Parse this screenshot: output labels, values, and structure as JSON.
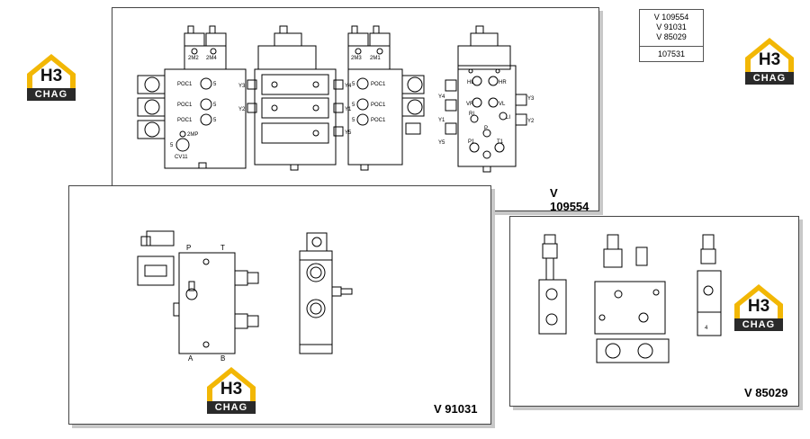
{
  "sheets": {
    "s1": {
      "label": "V 109554"
    },
    "s2": {
      "label": "V 91031"
    },
    "s3": {
      "label": "V 85029"
    }
  },
  "reference": {
    "codes": [
      "V 109554",
      "V 91031",
      "V 85029"
    ],
    "number": "107531"
  },
  "logo": {
    "letter1": "H",
    "letter2": "3",
    "brand": "CHAG",
    "accent": "#f2b705",
    "dark": "#2a2a2a"
  },
  "labels": {
    "d1": {
      "m1": "2M2",
      "m2": "2M4",
      "poc": "POC1",
      "n5": "5",
      "mp": "2MP",
      "cv": "CV11"
    },
    "d2": {
      "y1": "Y1",
      "y2": "Y2",
      "y3": "Y3",
      "y4": "Y4",
      "y5": "Y5"
    },
    "d3": {
      "m1": "2M3",
      "m2": "2M1",
      "poc": "POC1",
      "n5": "5"
    },
    "d4": {
      "hl": "HL",
      "hr": "HR",
      "vr": "VR",
      "vl": "VL",
      "ri": "RI",
      "li": "LI",
      "p": "P",
      "p1": "P1",
      "t1": "T1",
      "y1": "Y1",
      "y2": "Y2",
      "y3": "Y3",
      "y4": "Y4",
      "y5": "Y5"
    },
    "d5": {
      "p": "P",
      "t": "T",
      "a": "A",
      "b": "B"
    },
    "d6": {
      "n4": "4"
    }
  }
}
